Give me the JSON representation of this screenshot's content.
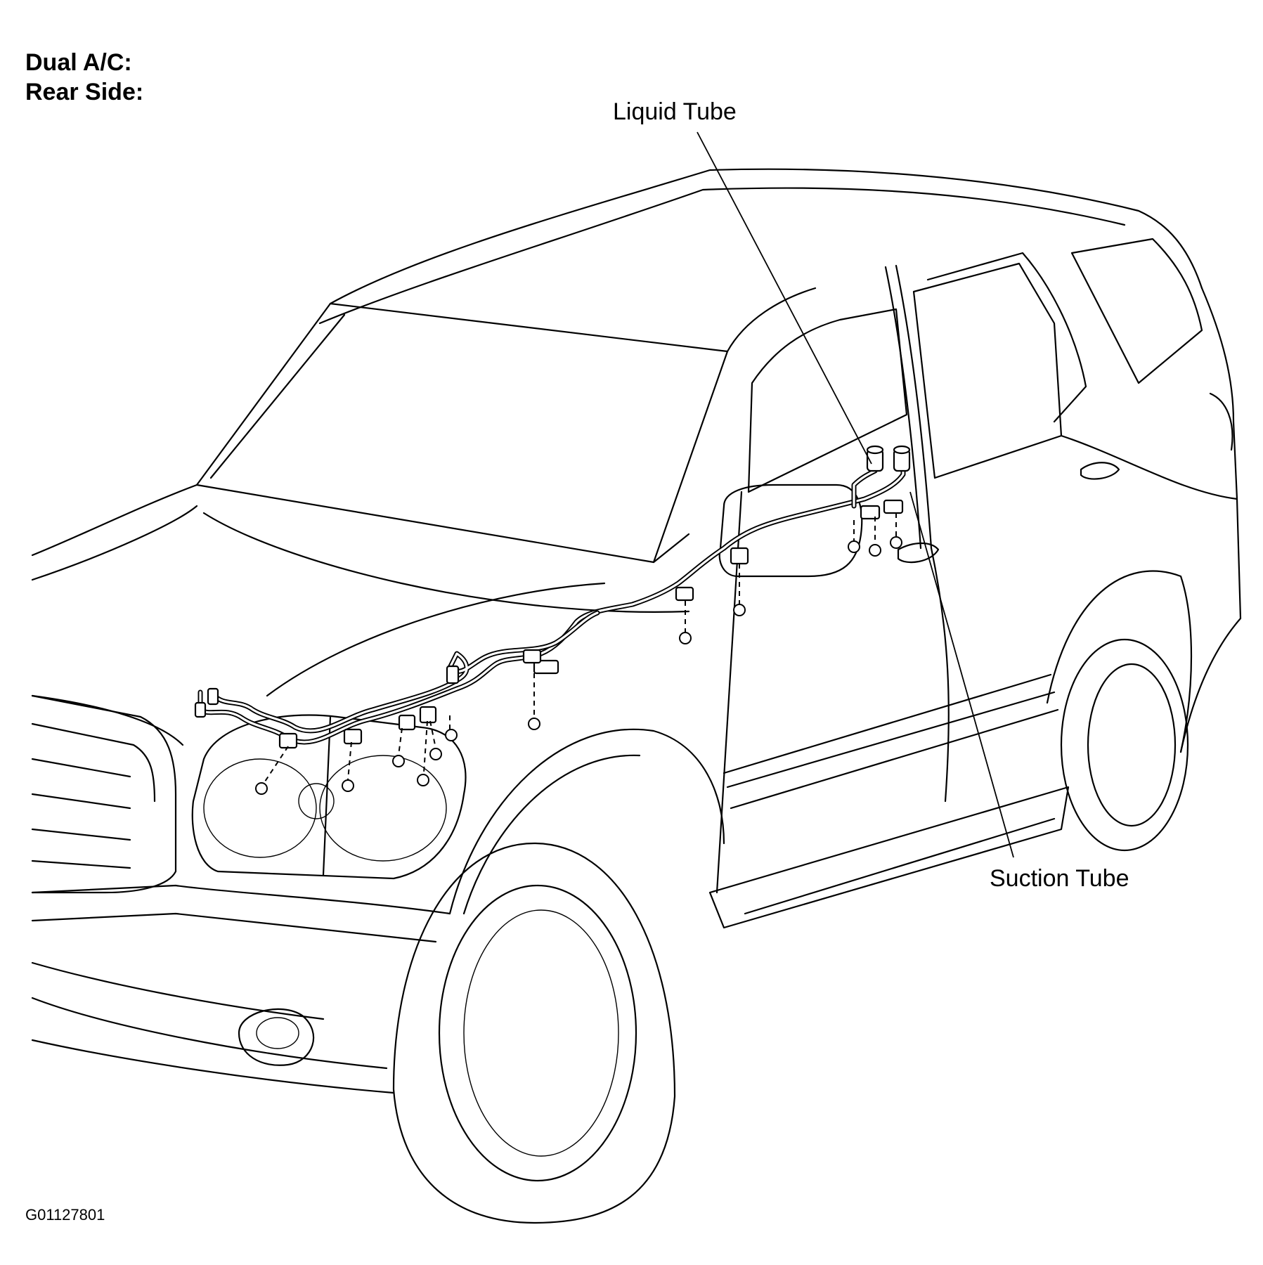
{
  "heading": {
    "line1": "Dual A/C:",
    "line2": "Rear Side:"
  },
  "callouts": {
    "liquid_tube": "Liquid Tube",
    "suction_tube": "Suction Tube"
  },
  "figure_id": "G01127801"
}
